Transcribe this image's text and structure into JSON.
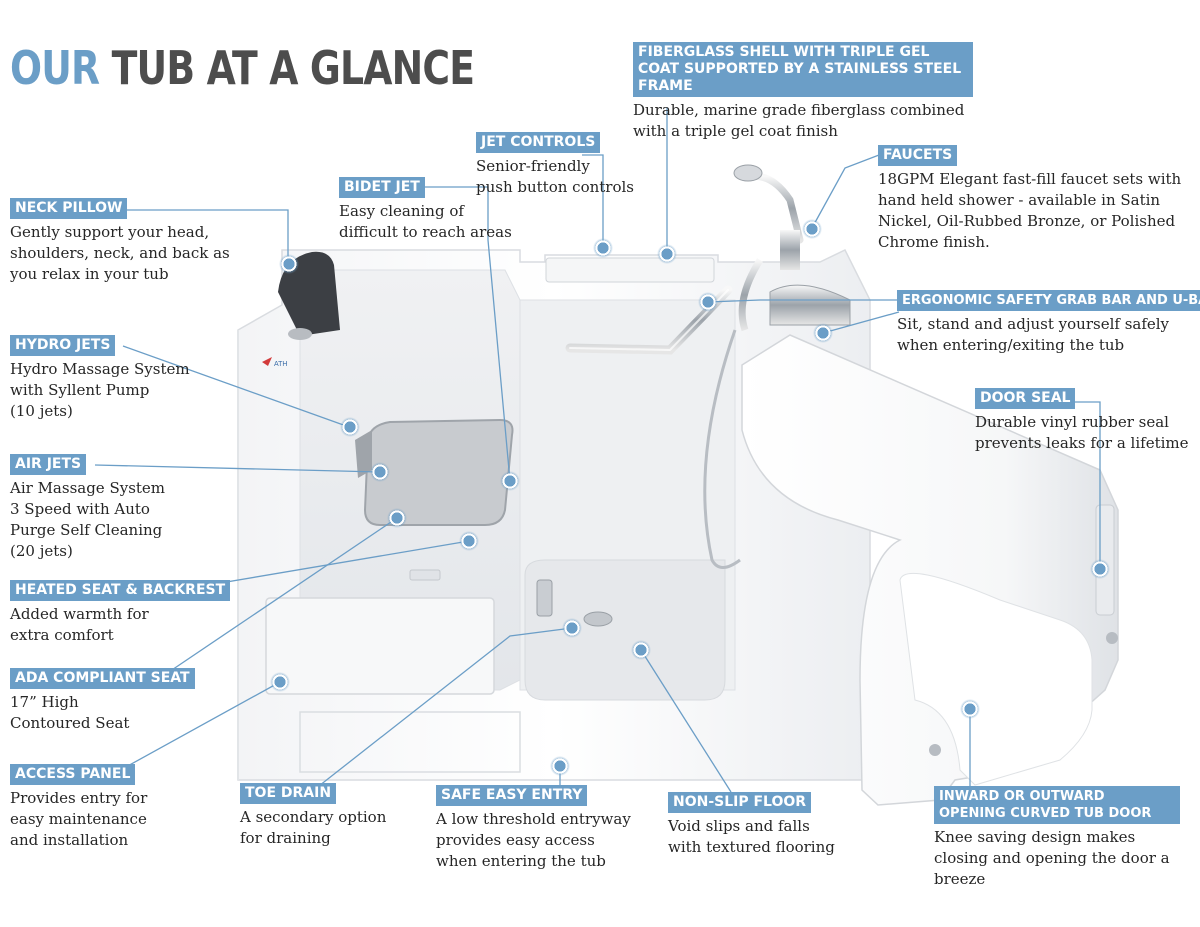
{
  "title": {
    "accent": "OUR",
    "rest": "TUB AT A GLANCE"
  },
  "brand_logo": "ATH",
  "colors": {
    "accent": "#6b9ec7",
    "text": "#262626",
    "title_gray": "#4d4d4d"
  },
  "callouts": {
    "fiberglass": {
      "label": "FIBERGLASS SHELL WITH TRIPLE GEL COAT SUPPORTED BY A STAINLESS STEEL FRAME",
      "desc": "Durable, marine grade fiberglass combined\nwith a triple gel coat finish"
    },
    "jet_controls": {
      "label": "JET CONTROLS",
      "desc": "Senior-friendly\npush button controls"
    },
    "faucets": {
      "label": "FAUCETS",
      "desc": "18GPM Elegant fast-fill faucet sets with\nhand held shower - available in Satin\nNickel, Oil-Rubbed Bronze, or Polished\nChrome finish."
    },
    "bidet_jet": {
      "label": "BIDET JET",
      "desc": "Easy cleaning  of\ndifficult to reach areas"
    },
    "neck_pillow": {
      "label": "NECK PILLOW",
      "desc": "Gently support your head,\nshoulders, neck, and back as\nyou relax in your tub"
    },
    "grab_bar": {
      "label": "ERGONOMIC SAFETY GRAB BAR AND U-BAR",
      "desc": "Sit, stand and adjust yourself safely\nwhen entering/exiting the tub"
    },
    "hydro_jets": {
      "label": "HYDRO JETS",
      "desc": "Hydro Massage System\nwith Syllent Pump\n(10 jets)"
    },
    "door_seal": {
      "label": "DOOR SEAL",
      "desc": "Durable vinyl rubber seal\nprevents leaks for a lifetime"
    },
    "air_jets": {
      "label": "AIR JETS",
      "desc": "Air Massage System\n3 Speed with Auto\nPurge Self Cleaning\n(20 jets)"
    },
    "heated_seat": {
      "label": "HEATED SEAT & BACKREST",
      "desc": "Added warmth for\nextra comfort"
    },
    "ada_seat": {
      "label": "ADA COMPLIANT SEAT",
      "desc": "17” High\nContoured Seat"
    },
    "access_panel": {
      "label": "ACCESS PANEL",
      "desc": "Provides entry for\neasy maintenance\nand installation"
    },
    "toe_drain": {
      "label": "TOE DRAIN",
      "desc": "A secondary option\nfor draining"
    },
    "entryway": {
      "label": "SAFE EASY ENTRY",
      "desc": "A low threshold entryway\nprovides easy access\nwhen entering the tub"
    },
    "non_slip": {
      "label": "NON-SLIP FLOOR",
      "desc": "Void slips and falls\nwith textured flooring"
    },
    "door": {
      "label": "INWARD OR OUTWARD OPENING CURVED TUB DOOR",
      "desc": "Knee saving design makes\nclosing and opening the door a\nbreeze"
    }
  }
}
